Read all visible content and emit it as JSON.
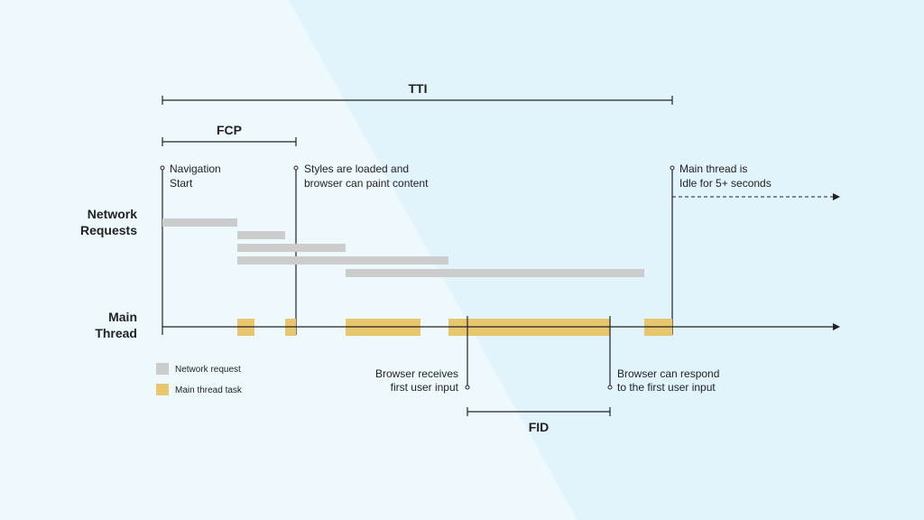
{
  "colors": {
    "background_light": "#eef9fd",
    "background_accent": "#e1f3fb",
    "line": "#222222",
    "network_request": "#cccccc",
    "main_thread_task": "#e8c66d"
  },
  "metrics": {
    "tti": "TTI",
    "fcp": "FCP",
    "fid": "FID"
  },
  "row_labels": {
    "network_line1": "Network",
    "network_line2": "Requests",
    "main_line1": "Main",
    "main_line2": "Thread"
  },
  "markers": {
    "navigation_line1": "Navigation",
    "navigation_line2": "Start",
    "styles_line1": "Styles are loaded and",
    "styles_line2": "browser can paint content",
    "idle_line1": "Main thread is",
    "idle_line2": "Idle for 5+ seconds",
    "input_line1": "Browser receives",
    "input_line2": "first user input",
    "respond_line1": "Browser can respond",
    "respond_line2": "to the first user input"
  },
  "legend": {
    "network_request": "Network request",
    "main_thread_task": "Main thread task"
  },
  "network_requests": [
    {
      "start": 0,
      "end": 83
    },
    {
      "start": 83,
      "end": 136
    },
    {
      "start": 83,
      "end": 203
    },
    {
      "start": 83,
      "end": 317
    },
    {
      "start": 203,
      "end": 534
    }
  ],
  "main_thread_tasks": [
    {
      "start": 83,
      "end": 102
    },
    {
      "start": 136,
      "end": 148
    },
    {
      "start": 203,
      "end": 286
    },
    {
      "start": 317,
      "end": 496
    },
    {
      "start": 534,
      "end": 565
    }
  ],
  "events": {
    "navigation_start": 0,
    "first_contentful_paint": 148,
    "first_user_input": 338,
    "browser_can_respond": 496,
    "time_to_interactive": 565
  }
}
